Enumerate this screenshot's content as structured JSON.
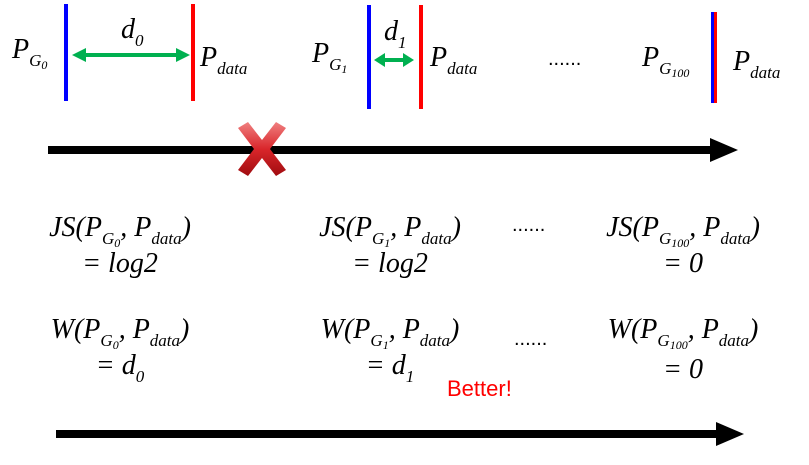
{
  "top": {
    "g0": {
      "p": "P",
      "sub": "G",
      "subsub": "0",
      "dist": "d",
      "dist_sub": "0",
      "data": "P",
      "data_sub": "data"
    },
    "g1": {
      "p": "P",
      "sub": "G",
      "subsub": "1",
      "dist": "d",
      "dist_sub": "1",
      "data": "P",
      "data_sub": "data"
    },
    "ellipsis": "......",
    "g100": {
      "p": "P",
      "sub": "G",
      "subsub": "100",
      "data": "P",
      "data_sub": "data"
    }
  },
  "js": {
    "prefix": "JS(",
    "cols": [
      {
        "subsub": "0",
        "value": "= log2"
      },
      {
        "subsub": "1",
        "value": "= log2"
      },
      {
        "subsub": "100",
        "value": "= 0"
      }
    ],
    "ellipsis": "......"
  },
  "w": {
    "prefix": "W(",
    "cols": [
      {
        "subsub": "0",
        "value": "= d",
        "value_sub": "0"
      },
      {
        "subsub": "1",
        "value": "= d",
        "value_sub": "1"
      },
      {
        "subsub": "100",
        "value": "= 0",
        "value_sub": ""
      }
    ],
    "ellipsis": "......",
    "note": "Better!"
  },
  "colors": {
    "generator": "#0000ff",
    "data": "#ff0000",
    "distance": "#00b050",
    "cross": "#d9262b"
  }
}
